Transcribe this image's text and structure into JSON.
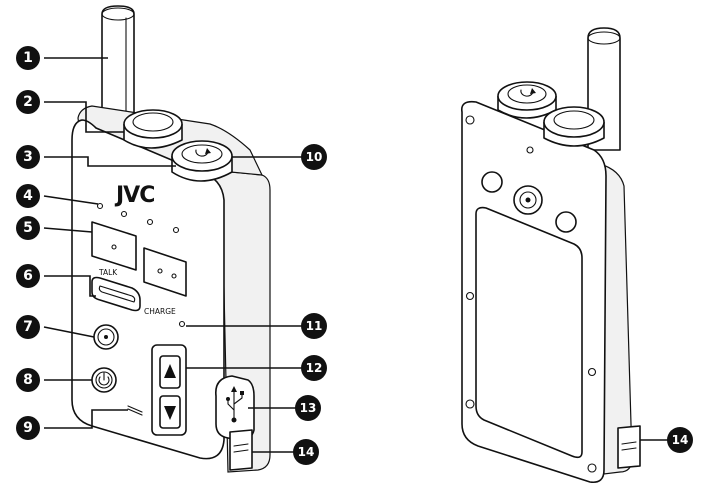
{
  "brand": {
    "logo": "JVC"
  },
  "device_labels": {
    "talk": "TALK",
    "charge": "CHARGE"
  },
  "callouts": [
    {
      "n": "1"
    },
    {
      "n": "2"
    },
    {
      "n": "3"
    },
    {
      "n": "4"
    },
    {
      "n": "5"
    },
    {
      "n": "6"
    },
    {
      "n": "7"
    },
    {
      "n": "8"
    },
    {
      "n": "9"
    },
    {
      "n": "10"
    },
    {
      "n": "11"
    },
    {
      "n": "12"
    },
    {
      "n": "13"
    },
    {
      "n": "14"
    },
    {
      "n": "14"
    }
  ],
  "icons": [
    "power-icon",
    "usb-icon",
    "up-arrow-icon",
    "down-arrow-icon",
    "rotate-knob-icon"
  ]
}
